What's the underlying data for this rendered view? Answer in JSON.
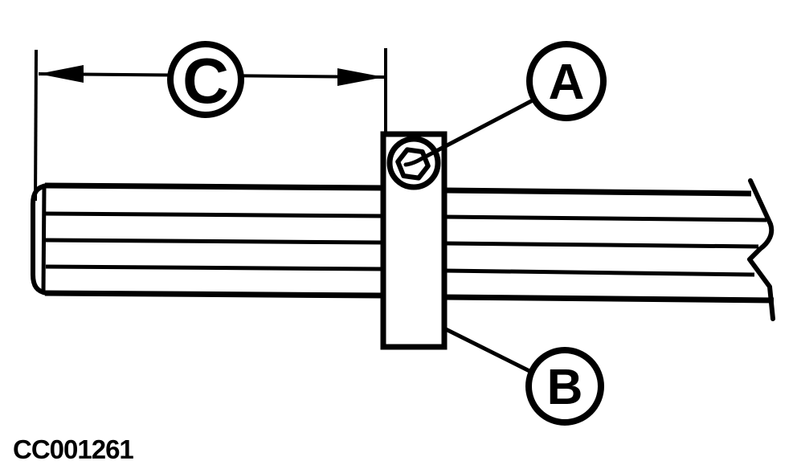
{
  "diagram": {
    "figure_code": "CC001261",
    "colors": {
      "background": "#ffffff",
      "line": "#000000"
    },
    "callouts": [
      {
        "label": "A"
      },
      {
        "label": "B"
      },
      {
        "label": "C"
      }
    ],
    "components": [
      "splined-shaft",
      "shaft-end-cap",
      "shaft-break-symbol",
      "clamp-bracket",
      "clamp-bolt",
      "dimension-c"
    ]
  }
}
